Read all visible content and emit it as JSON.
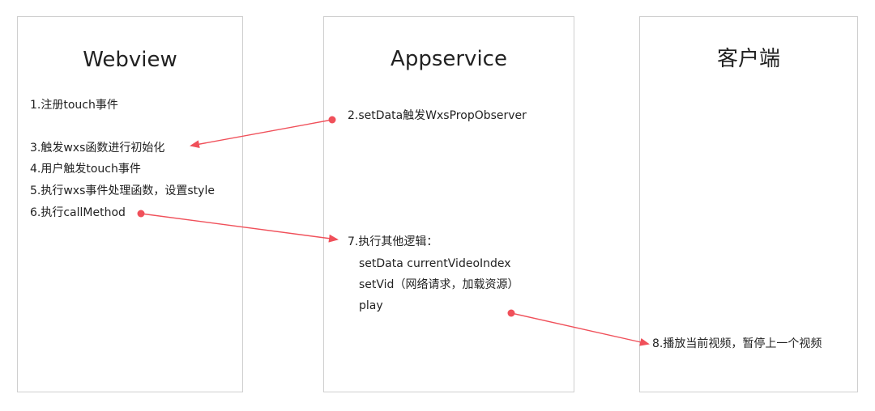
{
  "panels": {
    "webview": {
      "title": "Webview",
      "steps": [
        "1.注册touch事件",
        "3.触发wxs函数进行初始化",
        "4.用户触发touch事件",
        "5.执行wxs事件处理函数，设置style",
        "6.执行callMethod"
      ]
    },
    "appservice": {
      "title": "Appservice",
      "steps": [
        "2.setData触发WxsPropObserver",
        "7.执行其他逻辑：",
        "setData currentVideoIndex",
        "setVid（网络请求，加载资源）",
        "play"
      ]
    },
    "client": {
      "title": "客户端",
      "steps": [
        "8.播放当前视频，暂停上一个视频"
      ]
    }
  },
  "colors": {
    "arrow": "#f0505a",
    "border": "#cfcfcf",
    "text": "#222222"
  }
}
